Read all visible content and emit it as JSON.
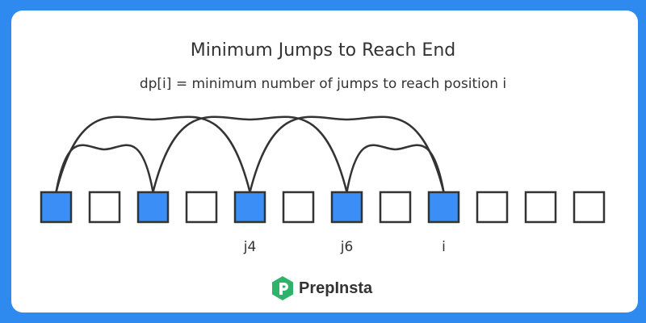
{
  "title": "Minimum Jumps to Reach End",
  "subtitle": "dp[i] = minimum number of jumps to reach position i",
  "array": {
    "cells": [
      {
        "highlighted": true
      },
      {
        "highlighted": false
      },
      {
        "highlighted": true
      },
      {
        "highlighted": false
      },
      {
        "highlighted": true
      },
      {
        "highlighted": false
      },
      {
        "highlighted": true
      },
      {
        "highlighted": false
      },
      {
        "highlighted": true
      },
      {
        "highlighted": false
      },
      {
        "highlighted": false
      },
      {
        "highlighted": false
      }
    ],
    "jumps": [
      {
        "from": 0,
        "to": 4
      },
      {
        "from": 0,
        "to": 2
      },
      {
        "from": 2,
        "to": 6
      },
      {
        "from": 4,
        "to": 8
      },
      {
        "from": 6,
        "to": 8
      }
    ],
    "labels": [
      {
        "cell": 4,
        "text": "j4"
      },
      {
        "cell": 6,
        "text": "j6"
      },
      {
        "cell": 8,
        "text": "i"
      }
    ]
  },
  "colors": {
    "background": "#2f8af0",
    "highlight": "#3a8ef5",
    "cell_border": "#333333",
    "arc": "#333333",
    "logo_green": "#2fb36b"
  },
  "logo": {
    "icon": "prepinsta-logo-icon",
    "text": "PrepInsta"
  }
}
